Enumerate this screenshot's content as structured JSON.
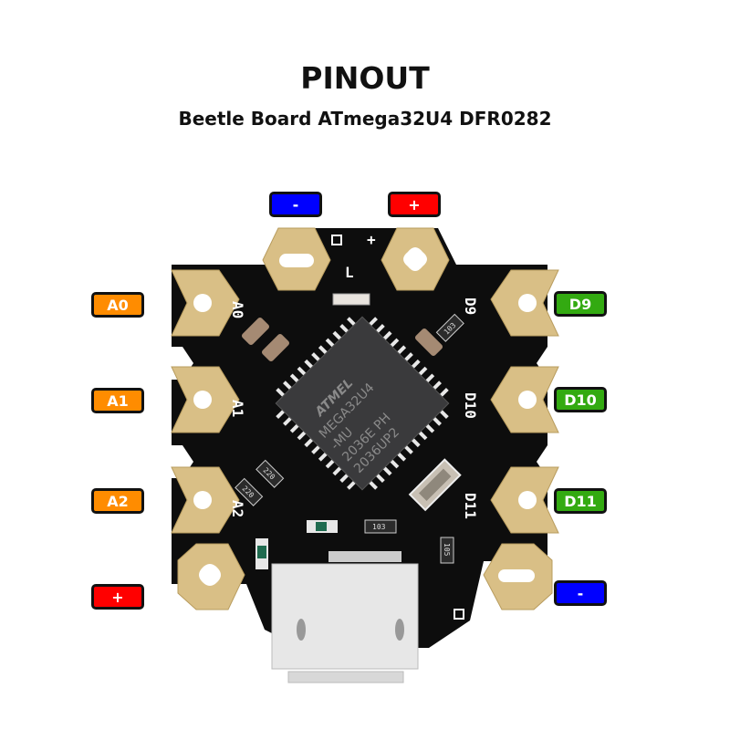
{
  "header": {
    "title": "PINOUT",
    "subtitle": "Beetle Board ATmega32U4 DFR0282"
  },
  "colors": {
    "analog": "#ff8c00",
    "digital": "#33aa11",
    "positive": "#ff0000",
    "negative": "#0000ff",
    "pcb": "#0d0d0d",
    "pad_gold": "#d9bf86"
  },
  "pins": {
    "top_negative": "-",
    "top_positive": "+",
    "left": [
      "A0",
      "A1",
      "A2"
    ],
    "left_power": "+",
    "right": [
      "D9",
      "D10",
      "D11"
    ],
    "right_power": "-"
  },
  "silkscreen": {
    "a0": "A0",
    "a1": "A1",
    "a2": "A2",
    "d9": "D9",
    "d10": "D10",
    "d11": "D11",
    "plus_top": "+",
    "plus_bottom": "+",
    "led": "L"
  },
  "chip": {
    "brand": "ATMEL",
    "line1": "MEGA32U4",
    "line2": "-MU",
    "line3": "2036E   PH",
    "line4": "2036UP2"
  },
  "components": {
    "r1": "103",
    "r2": "220",
    "r3": "220",
    "r4": "103",
    "r5": "105"
  }
}
